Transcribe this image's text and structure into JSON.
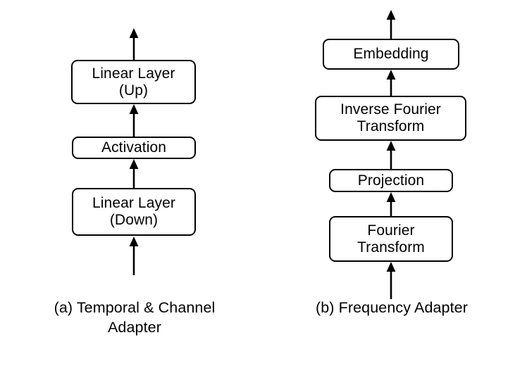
{
  "figure": {
    "background_color": "#ffffff",
    "stroke_color": "#000000",
    "text_color": "#000000"
  },
  "panels": [
    {
      "id": "temporal-channel-adapter",
      "caption": "(a) Temporal & Channel\nAdapter",
      "nodes": [
        {
          "id": "linear-layer-up",
          "label": "Linear Layer\n(Up)"
        },
        {
          "id": "activation",
          "label": "Activation"
        },
        {
          "id": "linear-layer-down",
          "label": "Linear Layer\n(Down)"
        }
      ],
      "arrows": [
        {
          "id": "output-arrow",
          "direction": "up"
        },
        {
          "id": "activation-to-up-arrow",
          "direction": "up"
        },
        {
          "id": "down-to-activation-arrow",
          "direction": "up"
        },
        {
          "id": "input-arrow",
          "direction": "up"
        }
      ]
    },
    {
      "id": "frequency-adapter",
      "caption": "(b) Frequency Adapter",
      "nodes": [
        {
          "id": "embedding",
          "label": "Embedding"
        },
        {
          "id": "inverse-fourier-transform",
          "label": "Inverse Fourier\nTransform"
        },
        {
          "id": "projection",
          "label": "Projection"
        },
        {
          "id": "fourier-transform",
          "label": "Fourier\nTransform"
        }
      ],
      "arrows": [
        {
          "id": "output-arrow",
          "direction": "up"
        },
        {
          "id": "ift-to-embedding-arrow",
          "direction": "up"
        },
        {
          "id": "projection-to-ift-arrow",
          "direction": "up"
        },
        {
          "id": "ft-to-projection-arrow",
          "direction": "up"
        },
        {
          "id": "input-arrow",
          "direction": "up"
        }
      ]
    }
  ]
}
